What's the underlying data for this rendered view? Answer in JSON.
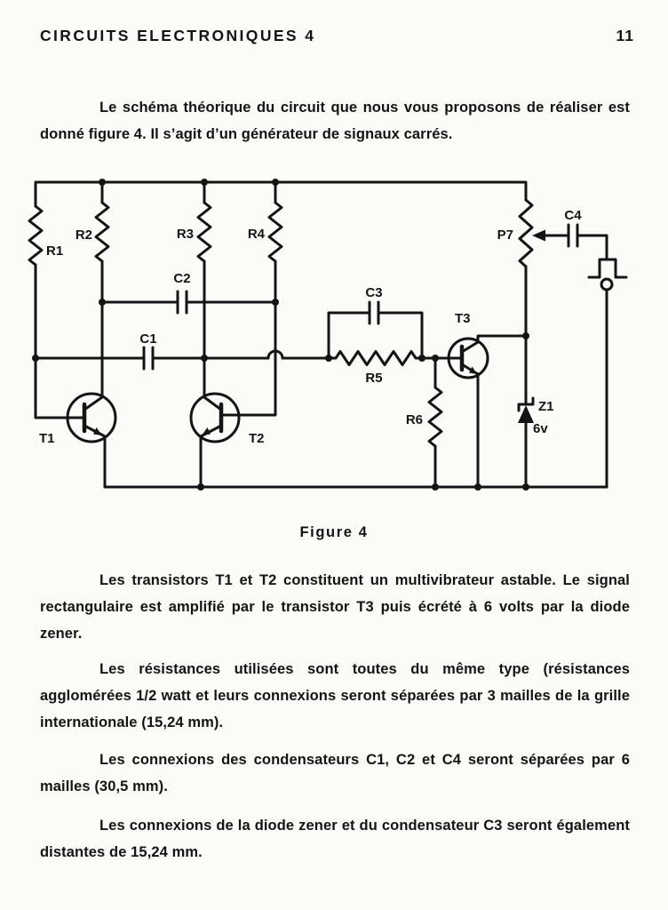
{
  "header": {
    "title": "CIRCUITS ELECTRONIQUES 4",
    "page_number": "11"
  },
  "paragraphs": {
    "intro": "Le schéma théorique du circuit que nous vous proposons de réaliser est donné figure 4. Il s’agit d’un générateur de signaux carrés.",
    "body": [
      "Les transistors T1 et T2 constituent un multivibrateur astable. Le signal rectangulaire est amplifié par le transistor T3 puis écrété à 6 volts par la diode zener.",
      "Les résistances utilisées sont toutes du même type (résistances agglomérées 1/2 watt et leurs connexions seront séparées par 3 mailles de la grille internationale (15,24 mm).",
      "Les connexions des condensateurs C1, C2 et C4 seront séparées par 6 mailles (30,5 mm).",
      "Les connexions de la diode zener et du condensateur C3 seront également distantes de 15,24 mm."
    ]
  },
  "figure": {
    "caption": "Figure 4"
  },
  "schematic": {
    "labels": {
      "r1": "R1",
      "r2": "R2",
      "r3": "R3",
      "r4": "R4",
      "r5": "R5",
      "r6": "R6",
      "c1": "C1",
      "c2": "C2",
      "c3": "C3",
      "c4": "C4",
      "t1": "T1",
      "t2": "T2",
      "t3": "T3",
      "p7": "P7",
      "z1": "Z1",
      "z1_voltage": "6v"
    }
  }
}
